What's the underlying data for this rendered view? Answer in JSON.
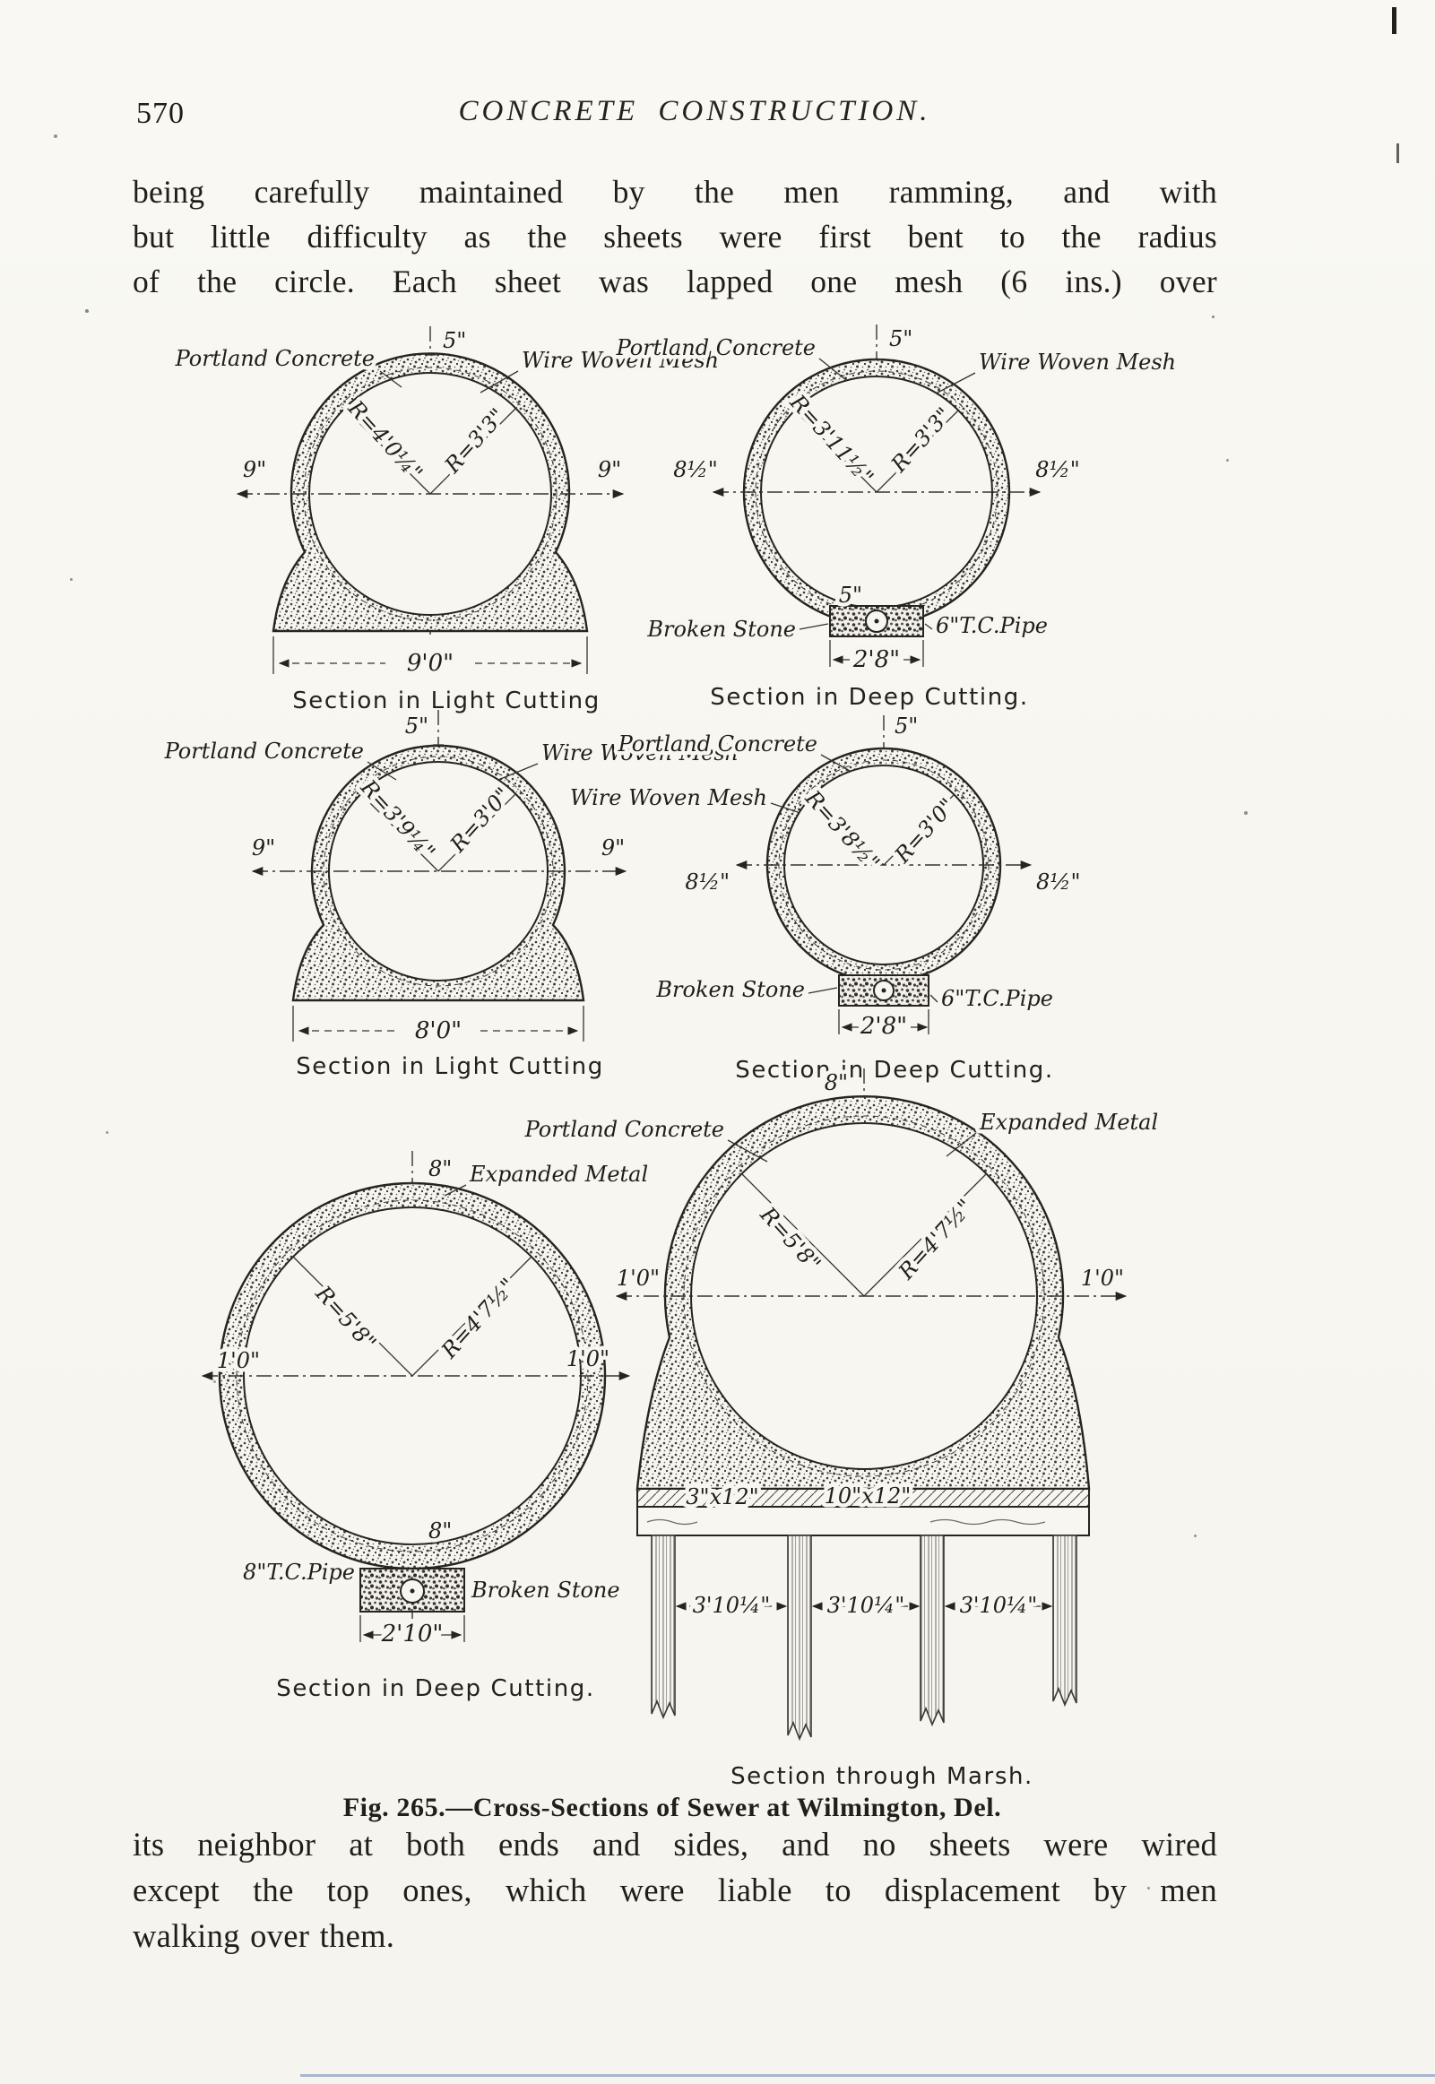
{
  "page": {
    "number": "570",
    "header": "CONCRETE CONSTRUCTION.",
    "para_top": [
      "being carefully maintained by the men ramming, and with",
      "but little difficulty as the sheets were first bent to the radius",
      "of the circle.  Each sheet was lapped one mesh (6 ins.) over"
    ],
    "para_bottom": [
      "its neighbor at both ends and sides, and no sheets were wired",
      "except the top ones, which were liable to displacement by men",
      "walking over them."
    ],
    "fig_caption": "Fig. 265.—Cross-Sections of Sewer at Wilmington, Del."
  },
  "d1": {
    "portland": "Portland Concrete",
    "crown": "5\"",
    "mesh": "Wire Woven Mesh",
    "r_outer": "R=4'0¼\"",
    "r_inner": "R=3'3\"",
    "side_left": "9\"",
    "side_right": "9\"",
    "width": "9'0\"",
    "caption": "Section in Light Cutting"
  },
  "d2": {
    "portland": "Portland Concrete",
    "crown": "5\"",
    "mesh": "Wire Woven Mesh",
    "r_outer": "R=3'11½\"",
    "r_inner": "R=3'3\"",
    "side_left": "8½\"",
    "side_right": "8½\"",
    "invert": "5\"",
    "broken_stone": "Broken Stone",
    "pipe": "6\"T.C.Pipe",
    "width": "2'8\"",
    "caption": "Section in Deep Cutting."
  },
  "d3": {
    "portland": "Portland Concrete",
    "crown": "5\"",
    "mesh": "Wire Woven Mesh",
    "r_outer": "R=3'9¼\"",
    "r_inner": "R=3'0\"",
    "side_left": "9\"",
    "side_right": "9\"",
    "width": "8'0\"",
    "caption": "Section in Light Cutting"
  },
  "d4": {
    "portland": "Portland Concrete",
    "crown": "5\"",
    "mesh": "Wire Woven Mesh",
    "r_outer": "R=3'8½\"",
    "r_inner": "R=3'0\"",
    "side_left": "8½\"",
    "side_right": "8½\"",
    "broken_stone": "Broken Stone",
    "pipe": "6\"T.C.Pipe",
    "width": "2'8\"",
    "caption": "Section in Deep Cutting."
  },
  "d5": {
    "crown": "8\"",
    "metal": "Expanded Metal",
    "r_outer": "R=5'8\"",
    "r_inner": "R=4'7½\"",
    "side_left": "1'0\"",
    "side_right": "1'0\"",
    "invert": "8\"",
    "pipe": "8\"T.C.Pipe",
    "broken_stone": "Broken Stone",
    "width": "2'10\"",
    "caption": "Section in Deep Cutting."
  },
  "d6": {
    "crown": "8\"",
    "portland": "Portland Concrete",
    "metal": "Expanded Metal",
    "r_outer": "R=5'8\"",
    "r_inner": "R=4'7½\"",
    "side_left": "1'0\"",
    "side_right": "1'0\"",
    "timber_small": "3\"x12\"",
    "timber_large": "10\"x12\"",
    "pile_spacing": [
      "3'10¼\"",
      "3'10¼\"",
      "3'10¼\""
    ],
    "caption": "Section through Marsh."
  }
}
